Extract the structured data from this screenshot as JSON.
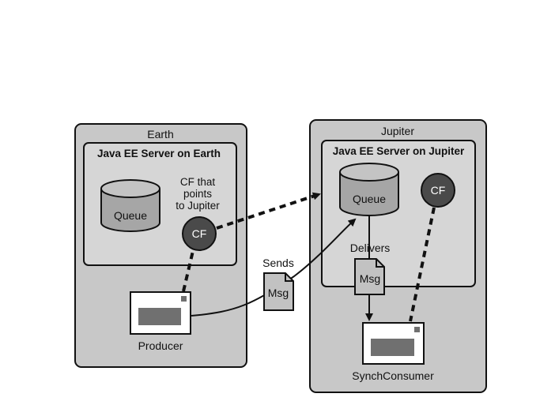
{
  "earth": {
    "title": "Earth",
    "server_title": "Java EE Server on Earth",
    "queue_label": "Queue",
    "cf_note_line1": "CF that",
    "cf_note_line2": "points",
    "cf_note_line3": "to Jupiter",
    "cf_label": "CF",
    "producer_label": "Producer"
  },
  "jupiter": {
    "title": "Jupiter",
    "server_title": "Java EE Server on Jupiter",
    "queue_label": "Queue",
    "cf_label": "CF",
    "consumer_label": "SynchConsumer"
  },
  "flow": {
    "sends_label": "Sends",
    "delivers_label": "Delivers",
    "msg_label_sent": "Msg",
    "msg_label_delivered": "Msg"
  },
  "colors": {
    "outer_box": "#c8c8c8",
    "inner_box": "#d6d6d6",
    "queue_body": "#a6a6a6",
    "queue_top": "#c4c4c4",
    "cf_circle": "#4a4a4a",
    "window_bar": "#707070",
    "msg_doc": "#c2c2c2"
  },
  "icons": {
    "queue": "cylinder-icon",
    "connection_factory": "circle-icon",
    "client": "window-icon",
    "message": "document-icon"
  }
}
